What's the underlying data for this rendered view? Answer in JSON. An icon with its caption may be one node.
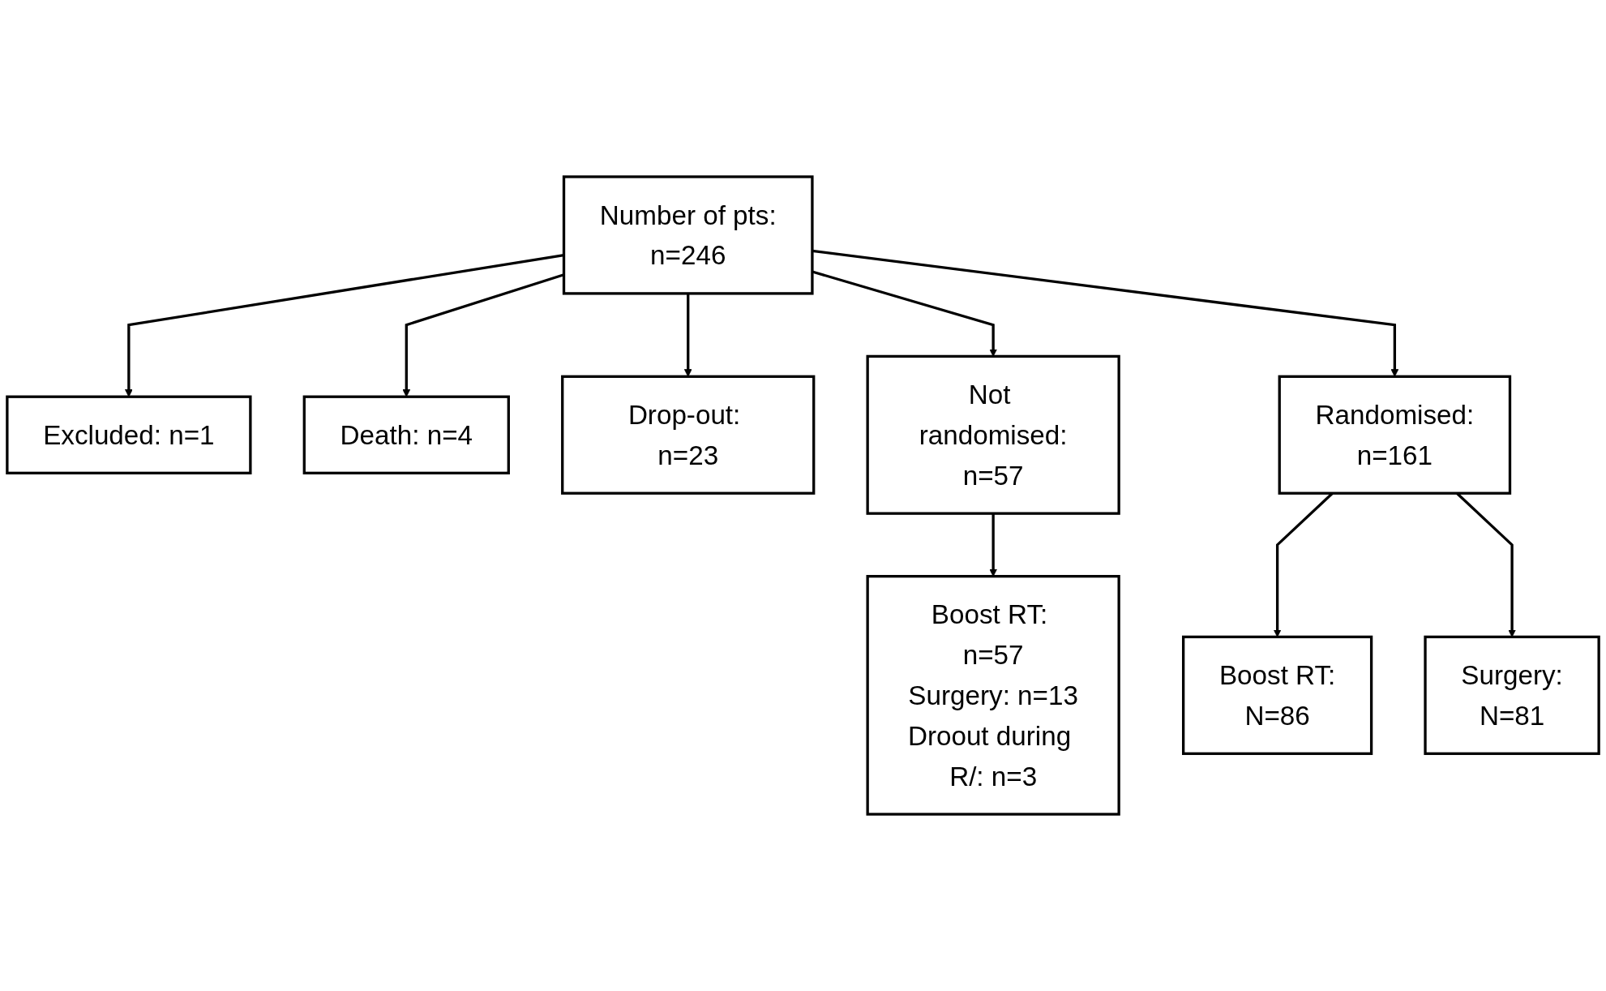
{
  "diagram": {
    "nodes": [
      {
        "text": [
          "Number of pts:",
          "n=246"
        ]
      },
      {
        "text": [
          "Excluded: n=1"
        ]
      },
      {
        "text": [
          "Death: n=4"
        ]
      },
      {
        "text": [
          "Drop-out: n=23"
        ]
      },
      {
        "text": [
          "Not randomised:",
          "n=57"
        ]
      },
      {
        "text": [
          "Randomised:",
          "n=161"
        ]
      },
      {
        "text": [
          "Boost RT: n=57",
          "Surgery: n=13",
          "Droout during R/: n=3"
        ]
      },
      {
        "text": [
          "Boost RT:",
          "N=86"
        ]
      },
      {
        "text": [
          "Surgery:",
          "N=81"
        ]
      }
    ],
    "edges": [
      {
        "from": 0,
        "to": 1,
        "arrow": "to"
      },
      {
        "from": 0,
        "to": 2,
        "arrow": "to"
      },
      {
        "from": 0,
        "to": 3,
        "arrow": "to"
      },
      {
        "from": 0,
        "to": 4,
        "arrow": "to"
      },
      {
        "from": 0,
        "to": 5,
        "arrow": "to"
      },
      {
        "from": 4,
        "to": 6,
        "arrow": "to"
      },
      {
        "from": 5,
        "to": 7,
        "arrow": "to"
      },
      {
        "from": 5,
        "to": 8,
        "arrow": "to"
      }
    ]
  }
}
